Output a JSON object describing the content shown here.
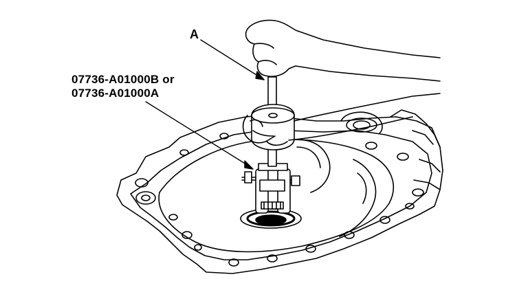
{
  "callouts": {
    "a": "A",
    "tool_line1": "07736-A01000B or",
    "tool_line2": "07736-A01000A"
  },
  "colors": {
    "ink": "#000000",
    "paper": "#ffffff"
  }
}
